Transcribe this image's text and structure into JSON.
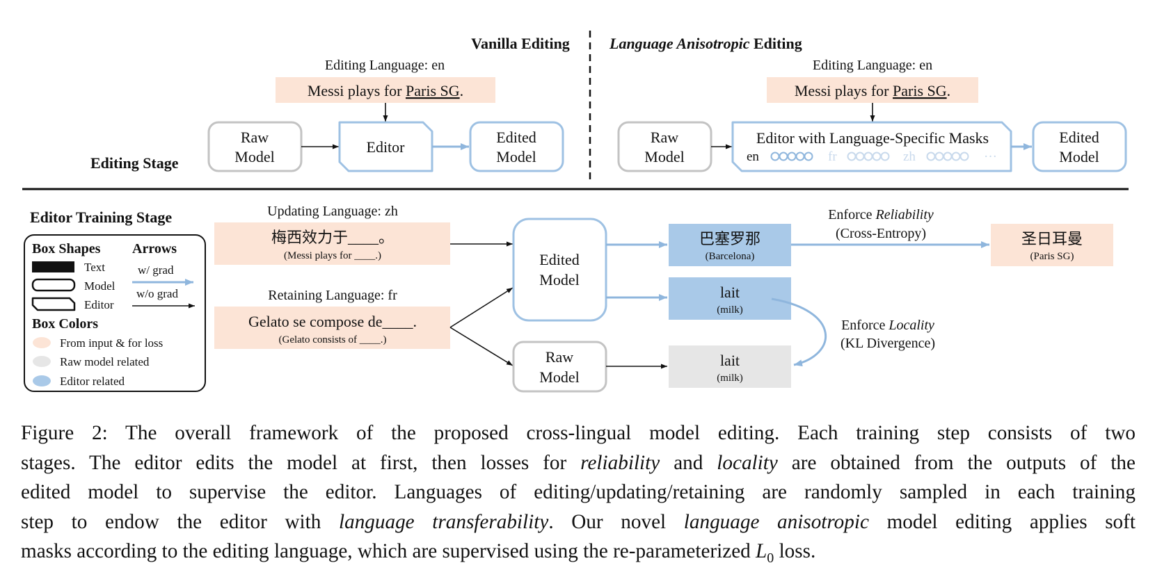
{
  "colors": {
    "input_fill": "#fce4d6",
    "editor_fill": "#a9c9e8",
    "raw_fill": "#e6e6e6",
    "editor_stroke": "#9ec1e3",
    "raw_stroke": "#c3c3c3",
    "grad_arrow": "#8fb6dd",
    "nograd_arrow": "#111111"
  },
  "top": {
    "vanilla_title": "Vanilla Editing",
    "lae_title_italic": "Language Anisotropic",
    "lae_title_rest": " Editing",
    "stage_label": "Editing Stage",
    "vanilla": {
      "editing_language": "Editing Language: en",
      "input_prefix": "Messi plays for ",
      "input_underlined": "Paris SG",
      "input_suffix": ".",
      "raw_model_line1": "Raw",
      "raw_model_line2": "Model",
      "editor": "Editor",
      "edited_model_line1": "Edited",
      "edited_model_line2": "Model"
    },
    "lae": {
      "editing_language": "Editing Language: en",
      "input_prefix": "Messi plays for ",
      "input_underlined": "Paris SG",
      "input_suffix": ".",
      "raw_model_line1": "Raw",
      "raw_model_line2": "Model",
      "editor": "Editor with Language-Specific Masks",
      "mask_langs": [
        "en",
        "fr",
        "zh"
      ],
      "mask_ellipsis": "···",
      "edited_model_line1": "Edited",
      "edited_model_line2": "Model"
    }
  },
  "bottom": {
    "stage_label": "Editor Training Stage",
    "legend": {
      "box_shapes": "Box Shapes",
      "arrows": "Arrows",
      "text": "Text",
      "model": "Model",
      "editor": "Editor",
      "w_grad": "w/ grad",
      "wo_grad": "w/o grad",
      "box_colors": "Box Colors",
      "from_input": "From input & for loss",
      "raw_related": "Raw model related",
      "editor_related": "Editor related"
    },
    "updating_language": "Updating Language: zh",
    "updating_text": "梅西效力于____。",
    "updating_sub": "(Messi plays for ____.)",
    "retaining_language": "Retaining Language: fr",
    "retaining_text": "Gelato se compose de____.",
    "retaining_sub": "(Gelato consists of ____.)",
    "edited_model_line1": "Edited",
    "edited_model_line2": "Model",
    "raw_model_line1": "Raw",
    "raw_model_line2": "Model",
    "out_barcelona": "巴塞罗那",
    "out_barcelona_sub": "(Barcelona)",
    "out_lait_edited": "lait",
    "out_lait_edited_sub": "(milk)",
    "out_lait_raw": "lait",
    "out_lait_raw_sub": "(milk)",
    "reliability_prefix": "Enforce ",
    "reliability_italic": "Reliability",
    "reliability_loss": "(Cross-Entropy)",
    "target": "圣日耳曼",
    "target_sub": "(Paris SG)",
    "locality_prefix": "Enforce ",
    "locality_italic": "Locality",
    "locality_loss": "(KL Divergence)"
  },
  "caption": {
    "l1": "Figure 2: The overall framework of the proposed cross-lingual model editing. Each training step consists of two",
    "l2a": "stages. The editor edits the model at first, then losses for ",
    "l2b": "reliability",
    "l2c": " and ",
    "l2d": "locality",
    "l2e": " are obtained from the outputs of the",
    "l3": "edited model to supervise the editor. Languages of editing/updating/retaining are randomly sampled in each training",
    "l4a": "step to endow the editor with ",
    "l4b": "language transferability",
    "l4c": ". Our novel ",
    "l4d": "language anisotropic",
    "l4e": " model editing applies soft",
    "l5a": "masks according to the editing language, which are supervised using the re-parameterized ",
    "l5b": "L",
    "l5c": "0",
    "l5d": " loss."
  }
}
